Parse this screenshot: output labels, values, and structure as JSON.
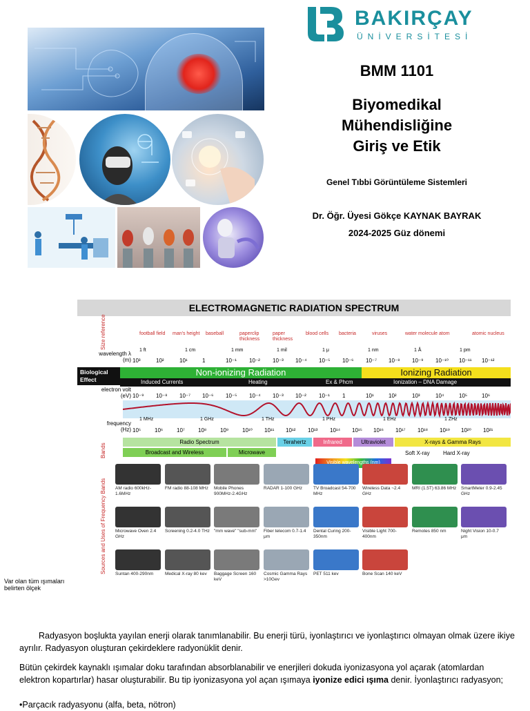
{
  "logo": {
    "name": "BAKIRÇAY",
    "sub": "ÜNİVERSİTESİ"
  },
  "course": "BMM 1101",
  "title": [
    "Biyomedikal",
    "Mühendisliğine",
    "Giriş ve Etik"
  ],
  "subtitle": "Genel Tıbbi Görüntüleme Sistemleri",
  "author": "Dr. Öğr. Üyesi Gökçe KAYNAK BAYRAK",
  "term": "2024-2025 Güz dönemi",
  "spectrum": {
    "title": "ELECTROMAGNETIC RADIATION SPECTRUM",
    "size_reference": "Size reference",
    "size_items": [
      "football field",
      "man's height",
      "baseball",
      "paperclip thickness",
      "paper thickness",
      "blood cells",
      "bacteria",
      "viruses",
      "water molecule",
      "atom",
      "atomic nucleus"
    ],
    "wavelength_label": "wavelength λ (m)",
    "wavelength_units": [
      "1 ft",
      "1 cm",
      "1 mm",
      "1 mil",
      "1 μ",
      "1 nm",
      "1 Å",
      "1 pm"
    ],
    "wavelength_ticks": [
      "10³",
      "10²",
      "10¹",
      "1",
      "10⁻¹",
      "10⁻²",
      "10⁻³",
      "10⁻⁴",
      "10⁻⁵",
      "10⁻⁶",
      "10⁻⁷",
      "10⁻⁸",
      "10⁻⁹",
      "10⁻¹⁰",
      "10⁻¹¹",
      "10⁻¹²"
    ],
    "bio_label": "Biological Effect",
    "nonionizing": "Non-ionizing Radiation",
    "ionizing": "Ionizing Radiation",
    "effects": [
      "Induced Currents",
      "Heating",
      "Ex & Phcm",
      "Ionization – DNA Damage"
    ],
    "ev_label": "electron volt (eV)",
    "ev_ticks": [
      "10⁻⁹",
      "10⁻⁸",
      "10⁻⁷",
      "10⁻⁶",
      "10⁻⁵",
      "10⁻⁴",
      "10⁻³",
      "10⁻²",
      "10⁻¹",
      "1",
      "10¹",
      "10²",
      "10³",
      "10⁴",
      "10⁵",
      "10⁶"
    ],
    "frequency_label": "frequency (Hz)",
    "frequency_units": [
      "1 MHz",
      "1 GHz",
      "1 THz",
      "1 PHz",
      "1 EHz",
      "1 ZHz"
    ],
    "frequency_ticks": [
      "10⁵",
      "10⁶",
      "10⁷",
      "10⁸",
      "10⁹",
      "10¹⁰",
      "10¹¹",
      "10¹²",
      "10¹³",
      "10¹⁴",
      "10¹⁵",
      "10¹⁶",
      "10¹⁷",
      "10¹⁸",
      "10¹⁹",
      "10²⁰",
      "10²¹"
    ],
    "bands_label": "Bands",
    "bands": [
      "Radio Spectrum",
      "Terahertz",
      "Infrared",
      "Ultraviolet",
      "X-rays & Gamma Rays"
    ],
    "subbands": [
      "Broadcast and Wireless",
      "Microwave",
      "Soft X-ray",
      "Hard X-ray"
    ],
    "visible": "Visible wavelengths (nm)",
    "sources_label": "Sources and Uses of Frequency Bands",
    "sources": [
      "AM radio 600kHz-1.6MHz",
      "FM radio 88-108 MHz",
      "Mobile Phones 900MHz-2.4GHz",
      "RADAR 1-100 GHz",
      "TV Broadcast 54-700 MHz",
      "Wireless Data ~2.4 GHz",
      "MRI (1.5T) 63.86 MHz",
      "SmartMeter 0.9-2.45 GHz",
      "Microwave Oven 2.4 GHz",
      "Screening 0.2-4.0 THz",
      "\"mm wave\" \"sub-mm\"",
      "Fiber telecom 0.7-1.4 μm",
      "Dental Curing 200-350nm",
      "Visible Light 700-400nm",
      "Remotes 850 nm",
      "Night Vision 10-0.7 μm",
      "Suntan 400-290nm",
      "Medical X-ray 80 kev",
      "Baggage Screen 160 keV",
      "Cosmic Gamma Rays >10Gev",
      "PET 511 kev",
      "Bone Scan 140 keV"
    ]
  },
  "spectrum_note": [
    "Var olan tüm ışımaları",
    "belirten ölçek"
  ],
  "paragraphs": {
    "p1": "Radyasyon boşlukta yayılan enerji olarak tanımlanabilir. Bu enerji türü, iyonlaştırıcı ve iyonlaştırıcı olmayan olmak üzere ikiye ayrılır. Radyasyon oluşturan çekirdeklere radyonüklit denir.",
    "p2_a": "Bütün çekirdek kaynaklı ışımalar doku tarafından absorblanabilir ve enerjileri dokuda iyonizasyona yol açarak (atomlardan elektron kopartırlar) hasar oluşturabilir. Bu tip iyonizasyona yol açan ışımaya ",
    "p2_bold": "iyonize edici ışıma",
    "p2_b": " denir. İyonlaştırıcı radyasyon;",
    "p3": "•Parçacık radyasyonu (alfa, beta, nötron)"
  },
  "colors": {
    "brand": "#1a8f9d",
    "nonionizing": "#2eb135",
    "ionizing": "#f4df1c",
    "size_red": "#c62828"
  }
}
